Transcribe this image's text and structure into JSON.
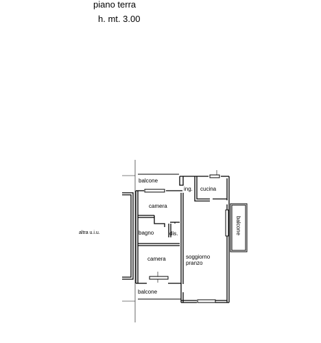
{
  "header": {
    "floor": "piano terra",
    "height": "h. mt. 3.00"
  },
  "rooms": {
    "balcone_top": "balcone",
    "ingresso": "ing.",
    "cucina": "cucina",
    "camera_top": "camera",
    "bagno": "bagno",
    "disimpegno": "dis.",
    "camera_bottom": "camera",
    "soggiorno": "soggiorno",
    "pranzo": "pranzo",
    "balcone_bottom": "balcone",
    "balcone_right": "balcone",
    "other_unit": "altra u.i.u."
  }
}
